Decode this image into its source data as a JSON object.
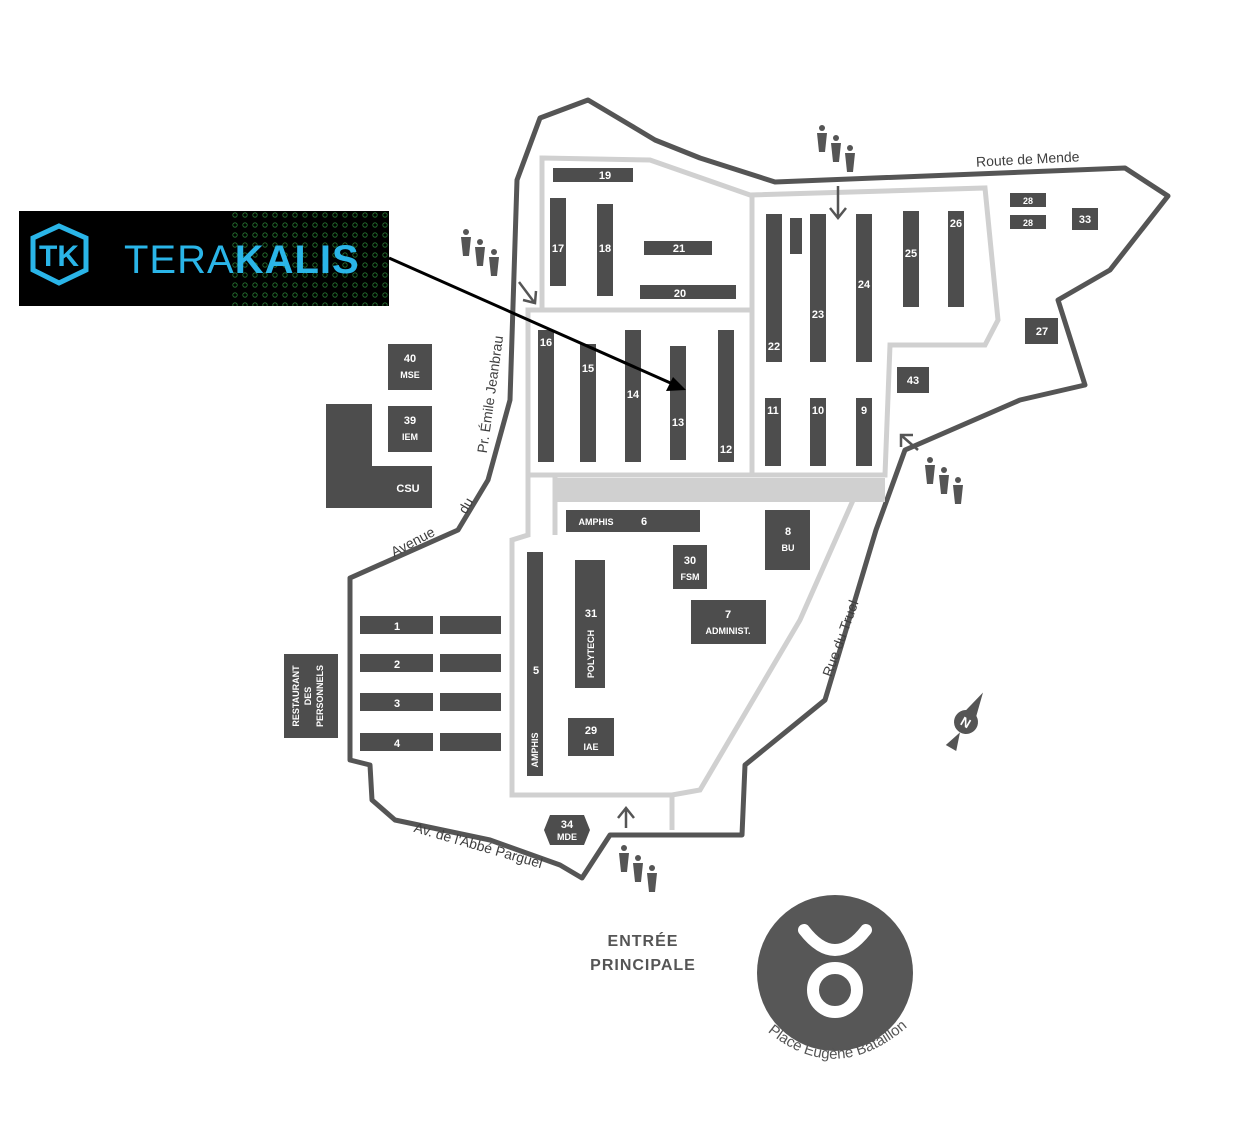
{
  "logo": {
    "part1": "TERA",
    "part2": "KALIS",
    "mark": "TK"
  },
  "colors": {
    "building": "#4d4d4d",
    "path": "#d0d0d0",
    "outline": "#555555",
    "accent": "#2ab5e8",
    "logo_bg": "#000000"
  },
  "roads": {
    "route_mende": "Route de Mende",
    "avenue": "Avenue",
    "du": "du",
    "jeanbrau": "Pr. Émile Jeanbrau",
    "truel": "Rue du Truel",
    "abbe": "Av. de l'Abbé Parguel"
  },
  "entrance": {
    "line1": "ENTRÉE",
    "line2": "PRINCIPALE"
  },
  "place": "Place Eugène Bataillon",
  "buildings": {
    "b1": "1",
    "b2": "2",
    "b3": "3",
    "b4": "4",
    "b5": "5",
    "b6": "6",
    "b7": "7",
    "b7b": "ADMINIST.",
    "b8": "8",
    "b8b": "BU",
    "b9": "9",
    "b10": "10",
    "b11": "11",
    "b12": "12",
    "b13": "13",
    "b14": "14",
    "b15": "15",
    "b16": "16",
    "b17": "17",
    "b18": "18",
    "b19": "19",
    "b20": "20",
    "b21": "21",
    "b22": "22",
    "b23": "23",
    "b24": "24",
    "b25": "25",
    "b26": "26",
    "b27": "27",
    "b28a": "28",
    "b28b": "28",
    "b29": "29",
    "b29b": "IAE",
    "b30": "30",
    "b30b": "FSM",
    "b31": "31",
    "b31b": "POLYTECH",
    "b33": "33",
    "b34": "34",
    "b34b": "MDE",
    "b39": "39",
    "b39b": "IEM",
    "b40": "40",
    "b40b": "MSE",
    "b43": "43",
    "csu": "CSU",
    "amphis6": "AMPHIS",
    "amphis5": "AMPHIS",
    "resto1": "RESTAURANT",
    "resto2": "DES",
    "resto3": "PERSONNELS"
  }
}
